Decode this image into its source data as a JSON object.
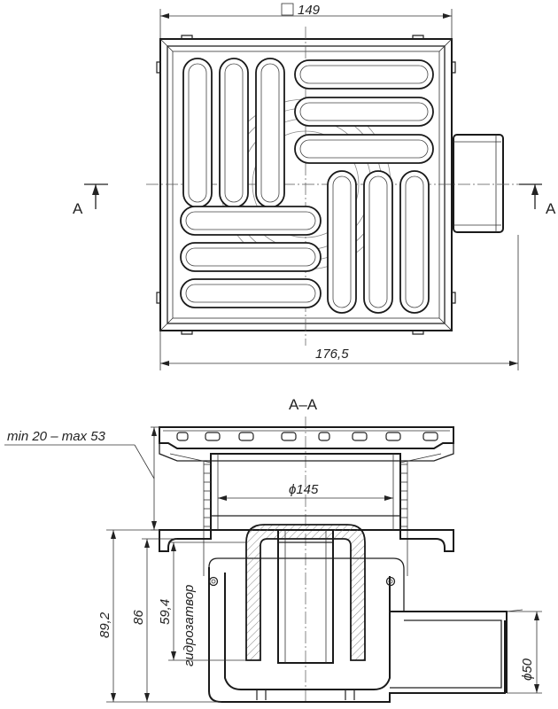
{
  "top_view": {
    "square_width": "149",
    "overall_width": "176,5",
    "section_mark_left": "A",
    "section_mark_right": "A"
  },
  "section_view": {
    "title": "A–A",
    "height_range": "min 20 – max 53",
    "body_diameter": "ϕ145",
    "outlet_diameter": "ϕ50",
    "total_height": "89,2",
    "body_height": "86",
    "seal_height": "59,4",
    "water_seal_label": "гидрозатвор"
  }
}
